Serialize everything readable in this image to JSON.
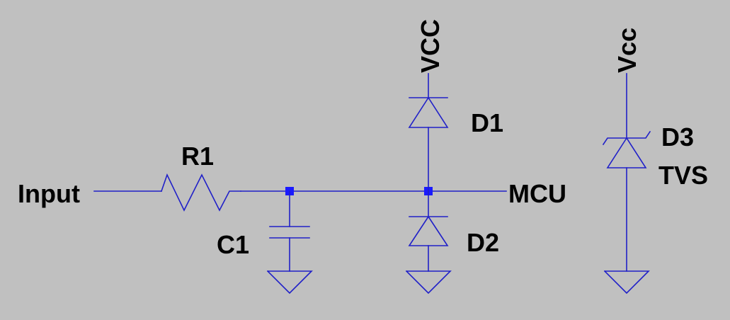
{
  "labels": {
    "input": "Input",
    "r1": "R1",
    "c1": "C1",
    "vcc_top": "VCC",
    "d1": "D1",
    "d2": "D2",
    "mcu": "MCU",
    "vcc_right": "Vcc",
    "d3": "D3",
    "tvs": "TVS"
  },
  "colors": {
    "background": "#c0c0c0",
    "wire": "#2020c8",
    "junction": "#1a1aff",
    "text": "#000000"
  }
}
